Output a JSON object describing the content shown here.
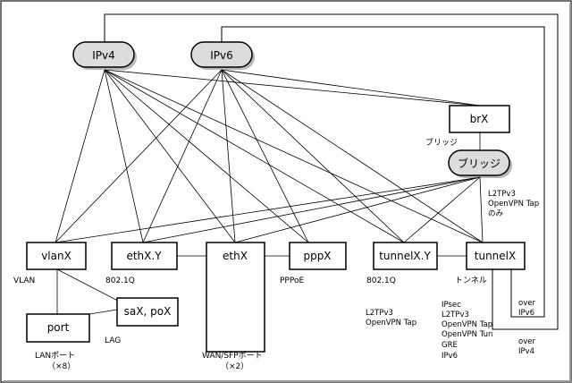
{
  "protocols": {
    "ipv4": "IPv4",
    "ipv6": "IPv6"
  },
  "bridge": {
    "brx": "brX",
    "brx_caption": "ブリッジ",
    "bridge_node": "ブリッジ",
    "bridge_note_line1": "L2TPv3",
    "bridge_note_line2": "OpenVPN Tap",
    "bridge_note_line3": "のみ"
  },
  "interfaces": {
    "vlanx": "vlanX",
    "vlanx_caption": "VLAN",
    "ethxy": "ethX.Y",
    "ethxy_caption": "802.1Q",
    "ethx": "ethX",
    "ethx_caption": "WAN/SFPポート",
    "ethx_count": "（×2）",
    "pppx": "pppX",
    "pppx_caption": "PPPoE",
    "tunnelxy": "tunnelX.Y",
    "tunnelxy_caption": "802.1Q",
    "tunnelxy_note_line1": "L2TPv3",
    "tunnelxy_note_line2": "OpenVPN Tap",
    "tunnelx": "tunnelX",
    "tunnelx_caption": "トンネル",
    "tunnelx_list": [
      "IPsec",
      "L2TPv3",
      "OpenVPN Tap",
      "OpenVPN Tun",
      "GRE",
      "IPv6"
    ],
    "port": "port",
    "port_caption": "LANポート",
    "port_count": "（×8）",
    "sax": "saX, poX",
    "sax_caption": "LAG"
  },
  "over_labels": {
    "over_ipv6_line1": "over",
    "over_ipv6_line2": "IPv6",
    "over_ipv4_line1": "over",
    "over_ipv4_line2": "IPv4"
  }
}
